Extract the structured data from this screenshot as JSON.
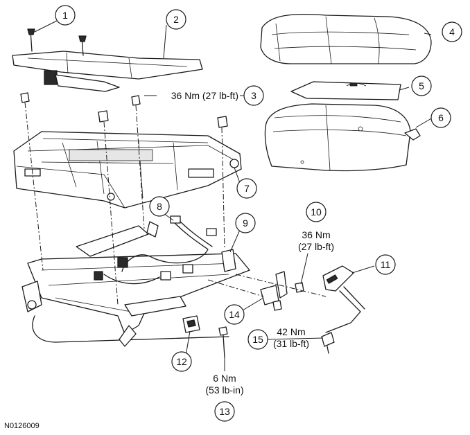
{
  "figure_id": "N0126009",
  "callouts": [
    {
      "number": "1"
    },
    {
      "number": "2"
    },
    {
      "number": "3"
    },
    {
      "number": "4"
    },
    {
      "number": "5"
    },
    {
      "number": "6"
    },
    {
      "number": "7"
    },
    {
      "number": "8"
    },
    {
      "number": "9"
    },
    {
      "number": "10"
    },
    {
      "number": "11"
    },
    {
      "number": "12"
    },
    {
      "number": "13"
    },
    {
      "number": "14"
    },
    {
      "number": "15"
    }
  ],
  "torque_specs": {
    "item3": "36 Nm (27 lb-ft)",
    "item10": {
      "line1": "36 Nm",
      "line2": "(27 lb-ft)"
    },
    "item15": {
      "line1": "42 Nm",
      "line2": "(31 lb-ft)"
    },
    "item13": {
      "line1": "6 Nm",
      "line2": "(53 lb-in)"
    }
  }
}
